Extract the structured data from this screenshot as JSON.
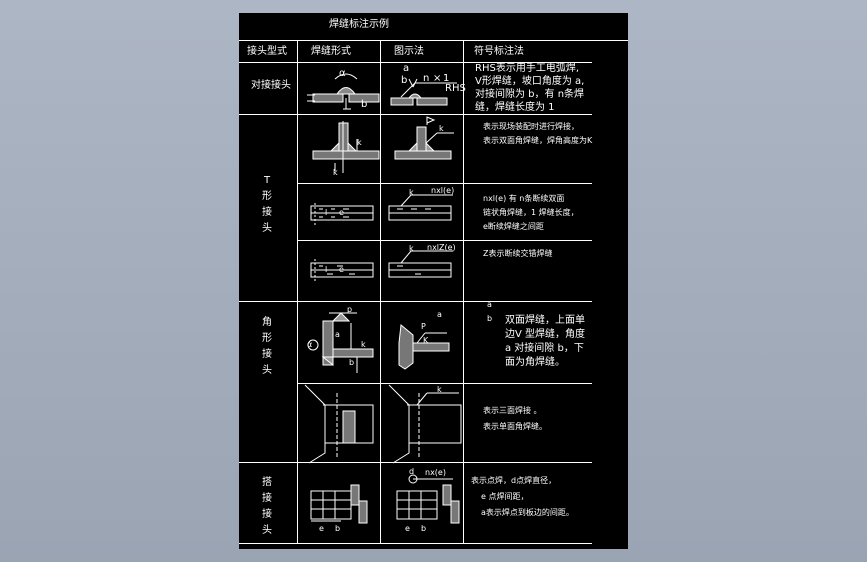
{
  "title": "焊缝标注示例",
  "columns": {
    "joint_type": "接头型式",
    "weld_form": "焊缝形式",
    "illustration": "图示法",
    "symbol": "符号标注法"
  },
  "rows": [
    {
      "joint": "对接接头",
      "labels": {
        "angle": "α",
        "gap": "b",
        "a": "a",
        "b": "b",
        "n": "n",
        "times": "×",
        "one": "1",
        "rhs": "RHS"
      },
      "notes": [
        "RHS表示用手工电弧焊,",
        "V形焊缝，坡口角度为 a,",
        "对接间隙为 b，有 n条焊",
        "缝，焊缝长度为 1"
      ]
    },
    {
      "joint": "T形接头",
      "sub": [
        {
          "labels": {
            "k": "k",
            "k2": "k",
            "k3": "k"
          },
          "notes": [
            "表示现场装配时进行焊接，",
            "表示双面角焊缝，焊角高度为K"
          ]
        },
        {
          "labels": {
            "k": "k",
            "nxl": "nxl(e)",
            "l": "l",
            "e": "e"
          },
          "notes": [
            "nxl(e) 有 n条断续双面",
            "链状角焊缝，1 焊缝长度，",
            "e断续焊缝之间距"
          ]
        },
        {
          "labels": {
            "k": "k",
            "nxlz": "nxlZ(e)",
            "l": "l",
            "e": "e"
          },
          "notes": [
            "Z表示断续交错焊缝"
          ]
        }
      ]
    },
    {
      "joint": "角形接头",
      "sub": [
        {
          "labels": {
            "p": "p",
            "a": "a",
            "b": "b",
            "k": "k",
            "alpha": "α",
            "p2": "P",
            "k2": "K",
            "a2": "a",
            "a3": "a",
            "b2": "b"
          },
          "notes": [
            "双面焊缝，上面单",
            "边V 型焊缝，角度",
            "a 对接间隙 b，下",
            "面为角焊缝。"
          ]
        },
        {
          "labels": {
            "k": "k"
          },
          "notes": [
            "表示三面焊接 。",
            "表示单面角焊缝。"
          ]
        }
      ]
    },
    {
      "joint": "搭接接头",
      "labels": {
        "e": "e",
        "b": "b",
        "d": "d",
        "nxe": "nx(e)",
        "e2": "e",
        "b2": "b"
      },
      "notes": [
        "表示点焊，d点焊直径，",
        "e 点焊间距，",
        "a表示焊点到板边的间距。"
      ]
    }
  ]
}
